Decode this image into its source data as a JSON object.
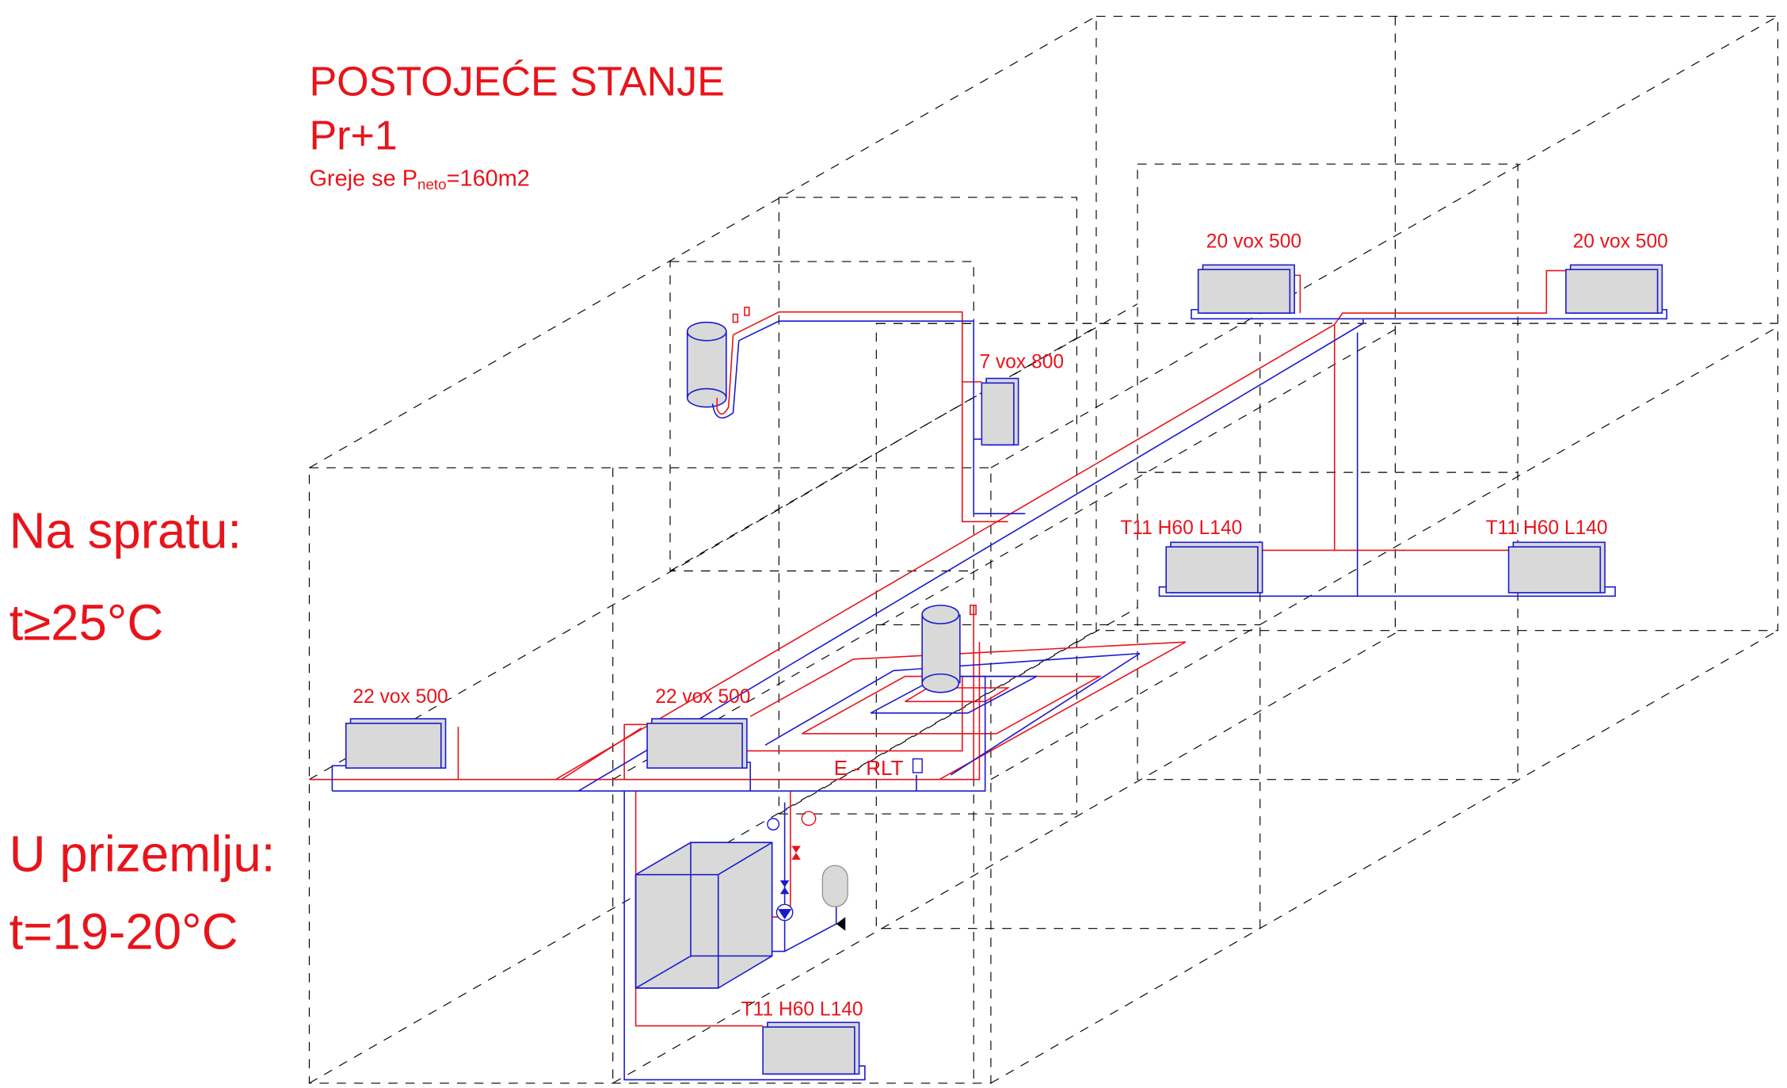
{
  "title": {
    "line1": "POSTOJEĆE STANJE",
    "line2": "Pr+1",
    "area_prefix": "Greje se P",
    "area_sub": "neto",
    "area_suffix": "=160m2"
  },
  "conditions": {
    "upper_label": "Na spratu:",
    "upper_temp": "t≥25°C",
    "ground_label": "U prizemlju:",
    "ground_temp": "t=19-20°C"
  },
  "radiators": [
    {
      "label": "22 vox 500"
    },
    {
      "label": "22 vox 500"
    },
    {
      "label": "7 vox 800"
    },
    {
      "label": "20 vox 500"
    },
    {
      "label": "20 vox 500"
    },
    {
      "label": "T11 H60  L140"
    },
    {
      "label": "T11 H60  L140"
    },
    {
      "label": "T11 H60  L140"
    }
  ],
  "controller_label": "E - RLT",
  "colors": {
    "supply": "#e8141b",
    "return": "#1a1ad0",
    "unit_fill": "#d9d9d9"
  }
}
